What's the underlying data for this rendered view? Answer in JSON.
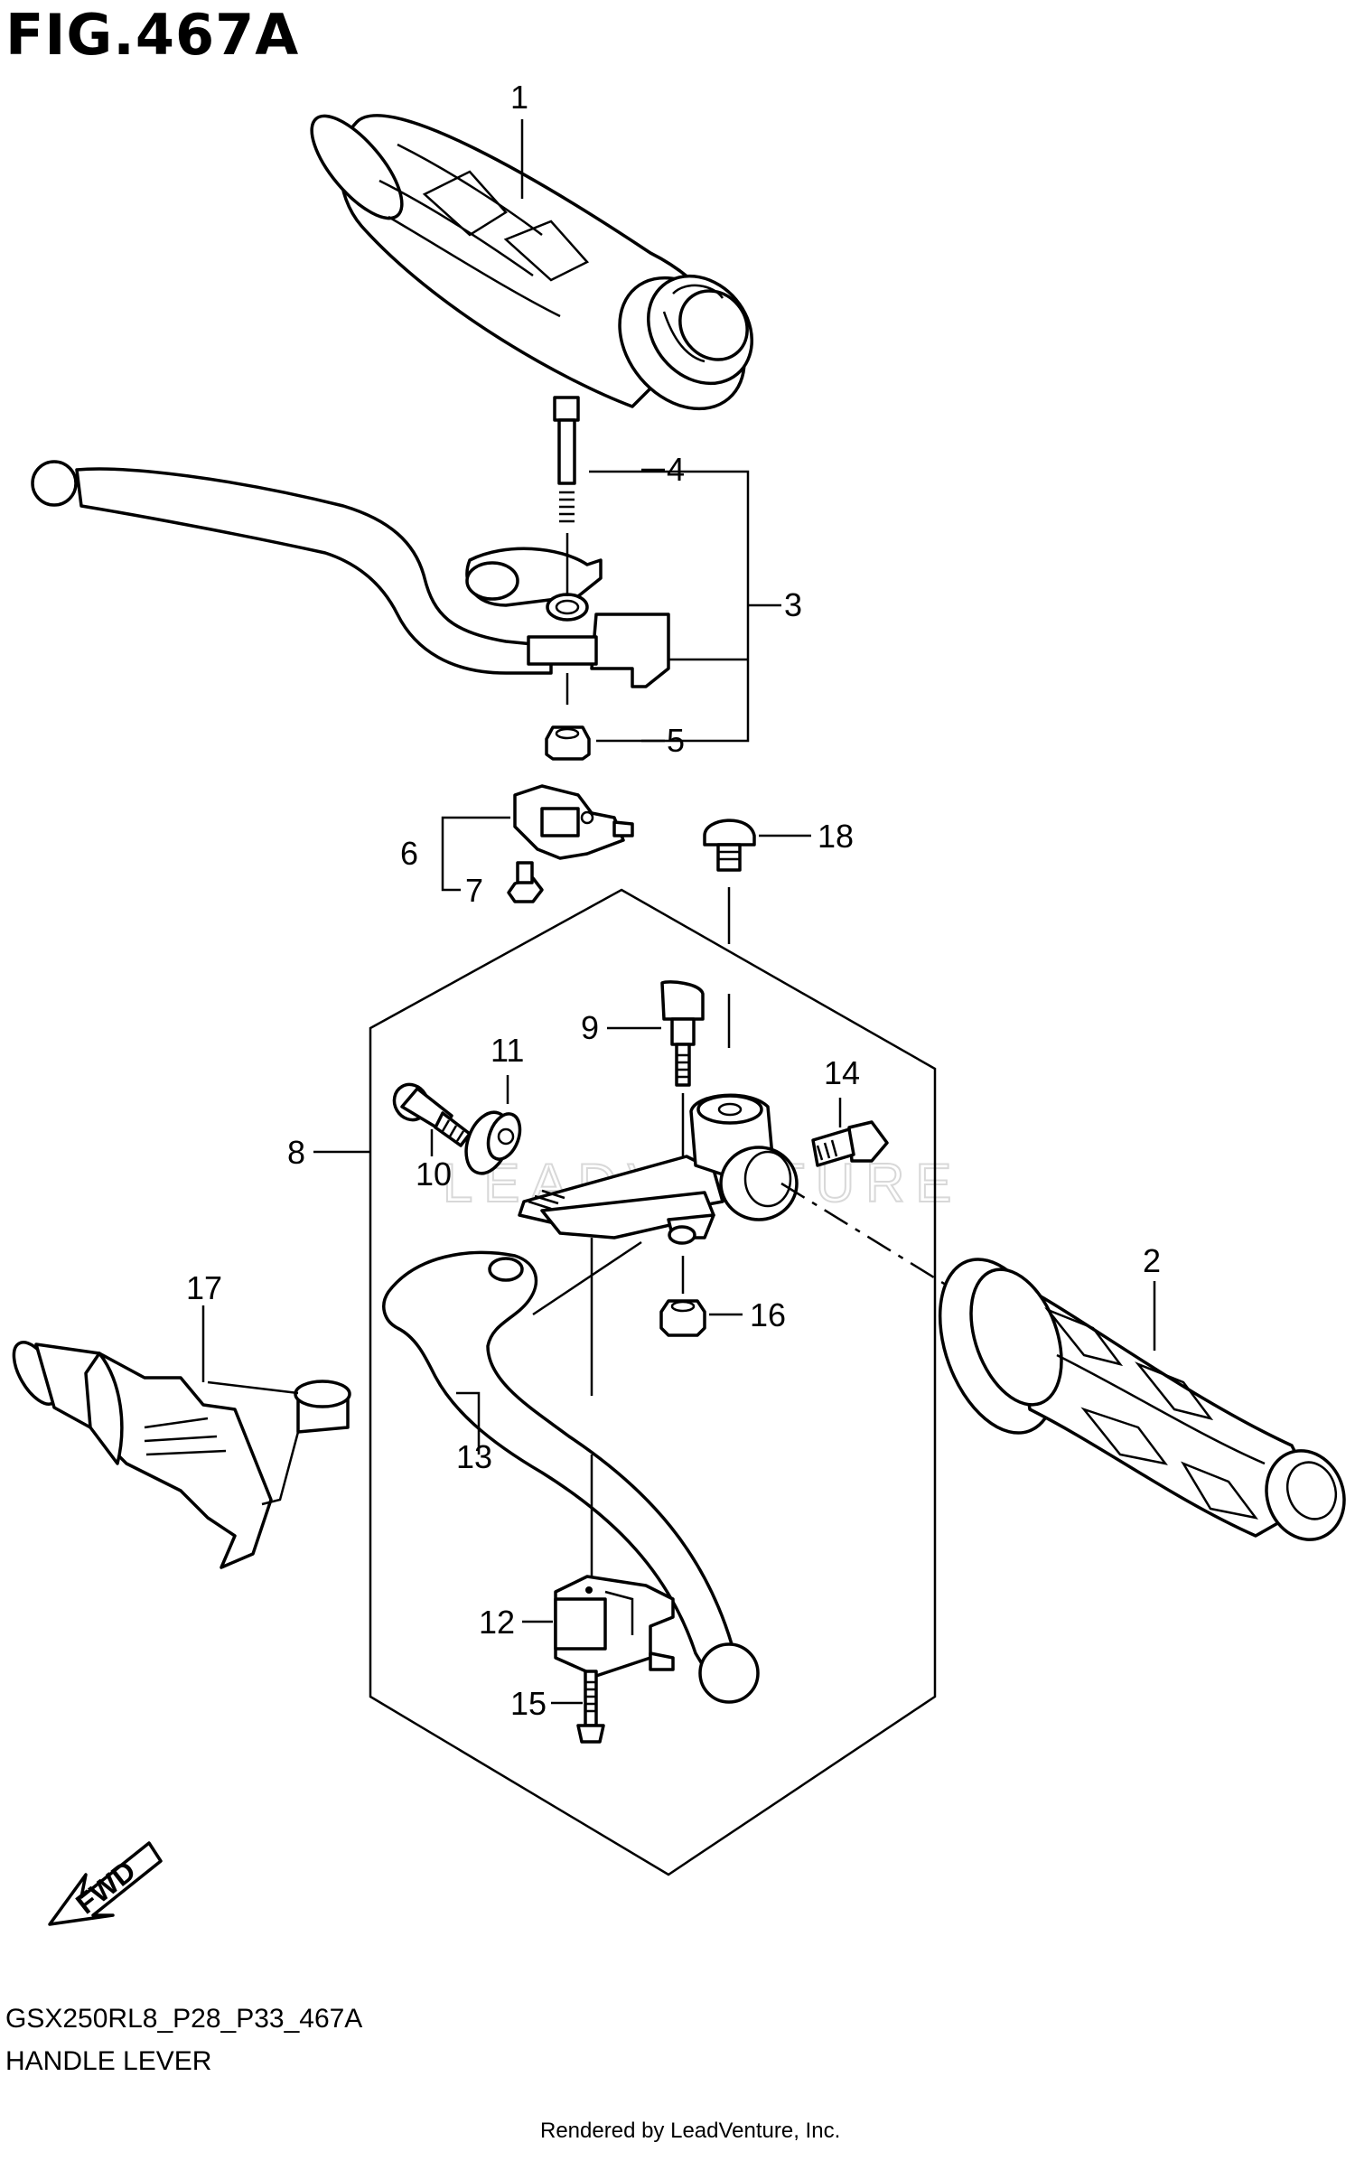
{
  "figure_title": "FIG.467A",
  "model_code": "GSX250RL8_P28_P33_467A",
  "section_name": "HANDLE LEVER",
  "credit": "Rendered by LeadVenture, Inc.",
  "watermark": "LEADVENTURE",
  "callouts": [
    {
      "id": "1",
      "part": "grip"
    },
    {
      "id": "2",
      "part": "grip"
    },
    {
      "id": "3",
      "part": "lever-assembly"
    },
    {
      "id": "4",
      "part": "bolt"
    },
    {
      "id": "5",
      "part": "nut"
    },
    {
      "id": "6",
      "part": "switch"
    },
    {
      "id": "7",
      "part": "screw"
    },
    {
      "id": "8",
      "part": "holder-assembly"
    },
    {
      "id": "9",
      "part": "bolt"
    },
    {
      "id": "10",
      "part": "screw"
    },
    {
      "id": "11",
      "part": "washer"
    },
    {
      "id": "12",
      "part": "switch"
    },
    {
      "id": "13",
      "part": "lever"
    },
    {
      "id": "14",
      "part": "bolt"
    },
    {
      "id": "15",
      "part": "screw"
    },
    {
      "id": "16",
      "part": "nut"
    },
    {
      "id": "17",
      "part": "cover"
    },
    {
      "id": "18",
      "part": "cap"
    }
  ],
  "fwd_label": "FWD",
  "icons": [
    "fwd-arrow-icon"
  ]
}
